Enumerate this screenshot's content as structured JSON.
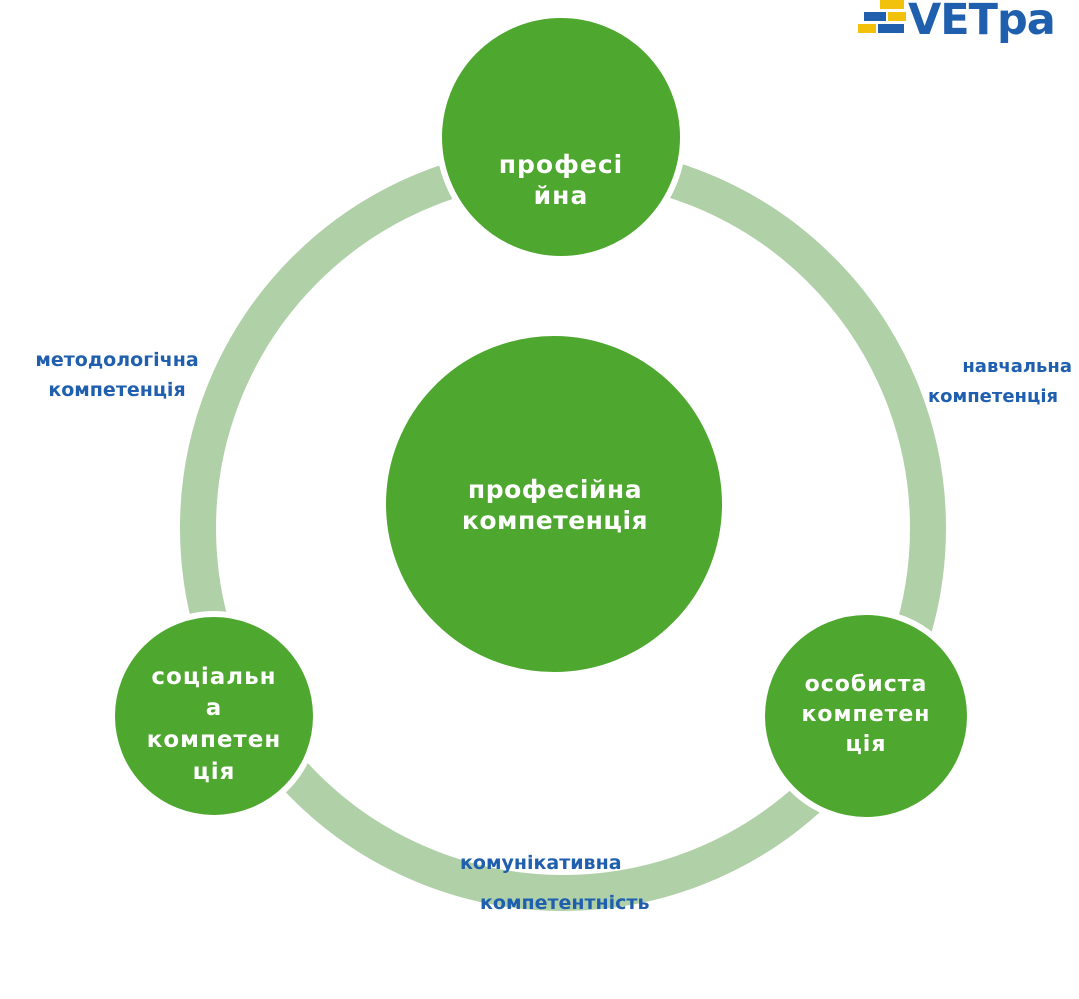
{
  "colors": {
    "node_fill": "#4ea72e",
    "ring": "#b0d0a8",
    "label_text": "#1f5fae",
    "node_text": "#ffffff"
  },
  "center": {
    "lines": [
      "професійна",
      "компетенція"
    ]
  },
  "nodes": {
    "top": {
      "lines": [
        "професі",
        "йна"
      ]
    },
    "left": {
      "lines": [
        "соціальн",
        "а",
        "компетен",
        "ція"
      ]
    },
    "right": {
      "lines": [
        "особиста",
        "компетен",
        "ція"
      ]
    }
  },
  "labels": {
    "methodological": {
      "lines": [
        "методологічна",
        "компетенція"
      ]
    },
    "educational": {
      "lines": [
        "навчальна",
        "компетенція"
      ]
    },
    "communicative": {
      "lines": [
        "комунікативна",
        "компетентність"
      ]
    }
  },
  "logo": {
    "text": "VETpa"
  }
}
